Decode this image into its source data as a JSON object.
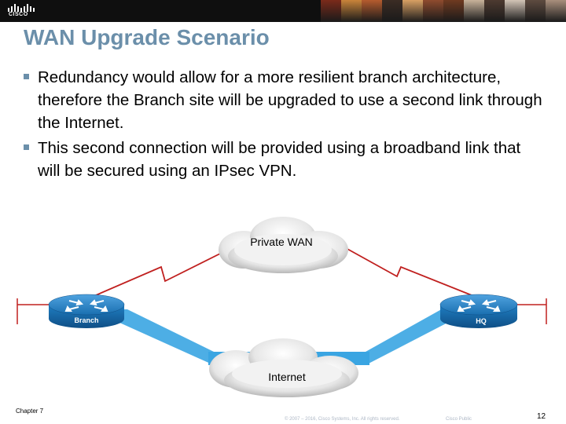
{
  "header": {
    "logo_text": "CISCO",
    "photo_colors": [
      "#7a2a1a",
      "#c9843a",
      "#b55b2e",
      "#3b2c24",
      "#d8a063",
      "#8f4b2e",
      "#6e3a20",
      "#c7b29a",
      "#4d3a30",
      "#d2c4b6",
      "#5e4b40",
      "#a98f7c"
    ]
  },
  "slide": {
    "title": "WAN Upgrade Scenario",
    "bullets": [
      "Redundancy would allow for a more resilient branch architecture, therefore the Branch site will be upgraded to use a second link through the Internet.",
      "This second connection will be provided using a broadband link that will be secured using an IPsec VPN."
    ]
  },
  "diagram": {
    "private_wan_label": "Private WAN",
    "internet_label": "Internet",
    "branch_label": "Branch",
    "hq_label": "HQ",
    "colors": {
      "serial_link": "#c0201f",
      "broadband_link": "#3aa5e2",
      "router": "#1f7ec2"
    }
  },
  "footer": {
    "chapter": "Chapter 7",
    "copyright": "© 2007 – 2016, Cisco Systems, Inc. All rights reserved.",
    "classification": "Cisco Public",
    "page": "12"
  }
}
